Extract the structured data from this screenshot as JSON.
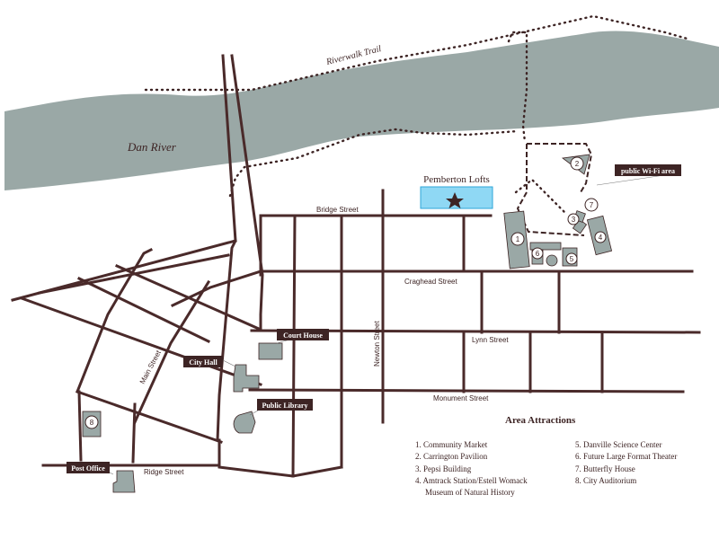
{
  "map": {
    "river_name": "Dan River",
    "trail_name": "Riverwalk Trail",
    "landmark": "Pemberton Lofts",
    "wifi_label": "public Wi-Fi area",
    "colors": {
      "river": "#9aa8a6",
      "roads": "#4a2a2a",
      "buildings": "#9aa8a6",
      "label_bg": "#3d2424",
      "landmark_fill": "#8fd8f4",
      "landmark_stroke": "#2ea6d8"
    },
    "streets": {
      "bridge": "Bridge Street",
      "craghead": "Craghead Street",
      "lynn": "Lynn Street",
      "monument": "Monument Street",
      "newton": "Newton Street",
      "main": "Main Street",
      "ridge": "Ridge Street"
    },
    "building_labels": {
      "court_house": "Court House",
      "city_hall": "City Hall",
      "public_library": "Public Library",
      "post_office": "Post Office"
    },
    "markers": [
      "1",
      "2",
      "3",
      "4",
      "5",
      "6",
      "7",
      "8"
    ]
  },
  "legend": {
    "title": "Area Attractions",
    "left_items": [
      "1. Community Market",
      "2. Carrington Pavilion",
      "3. Pepsi Building",
      "4. Amtrack Station/Estell Womack",
      "Museum of Natural History"
    ],
    "right_items": [
      "5. Danville Science Center",
      "6. Future Large Format Theater",
      "7. Butterfly House",
      "8. City Auditorium"
    ]
  }
}
